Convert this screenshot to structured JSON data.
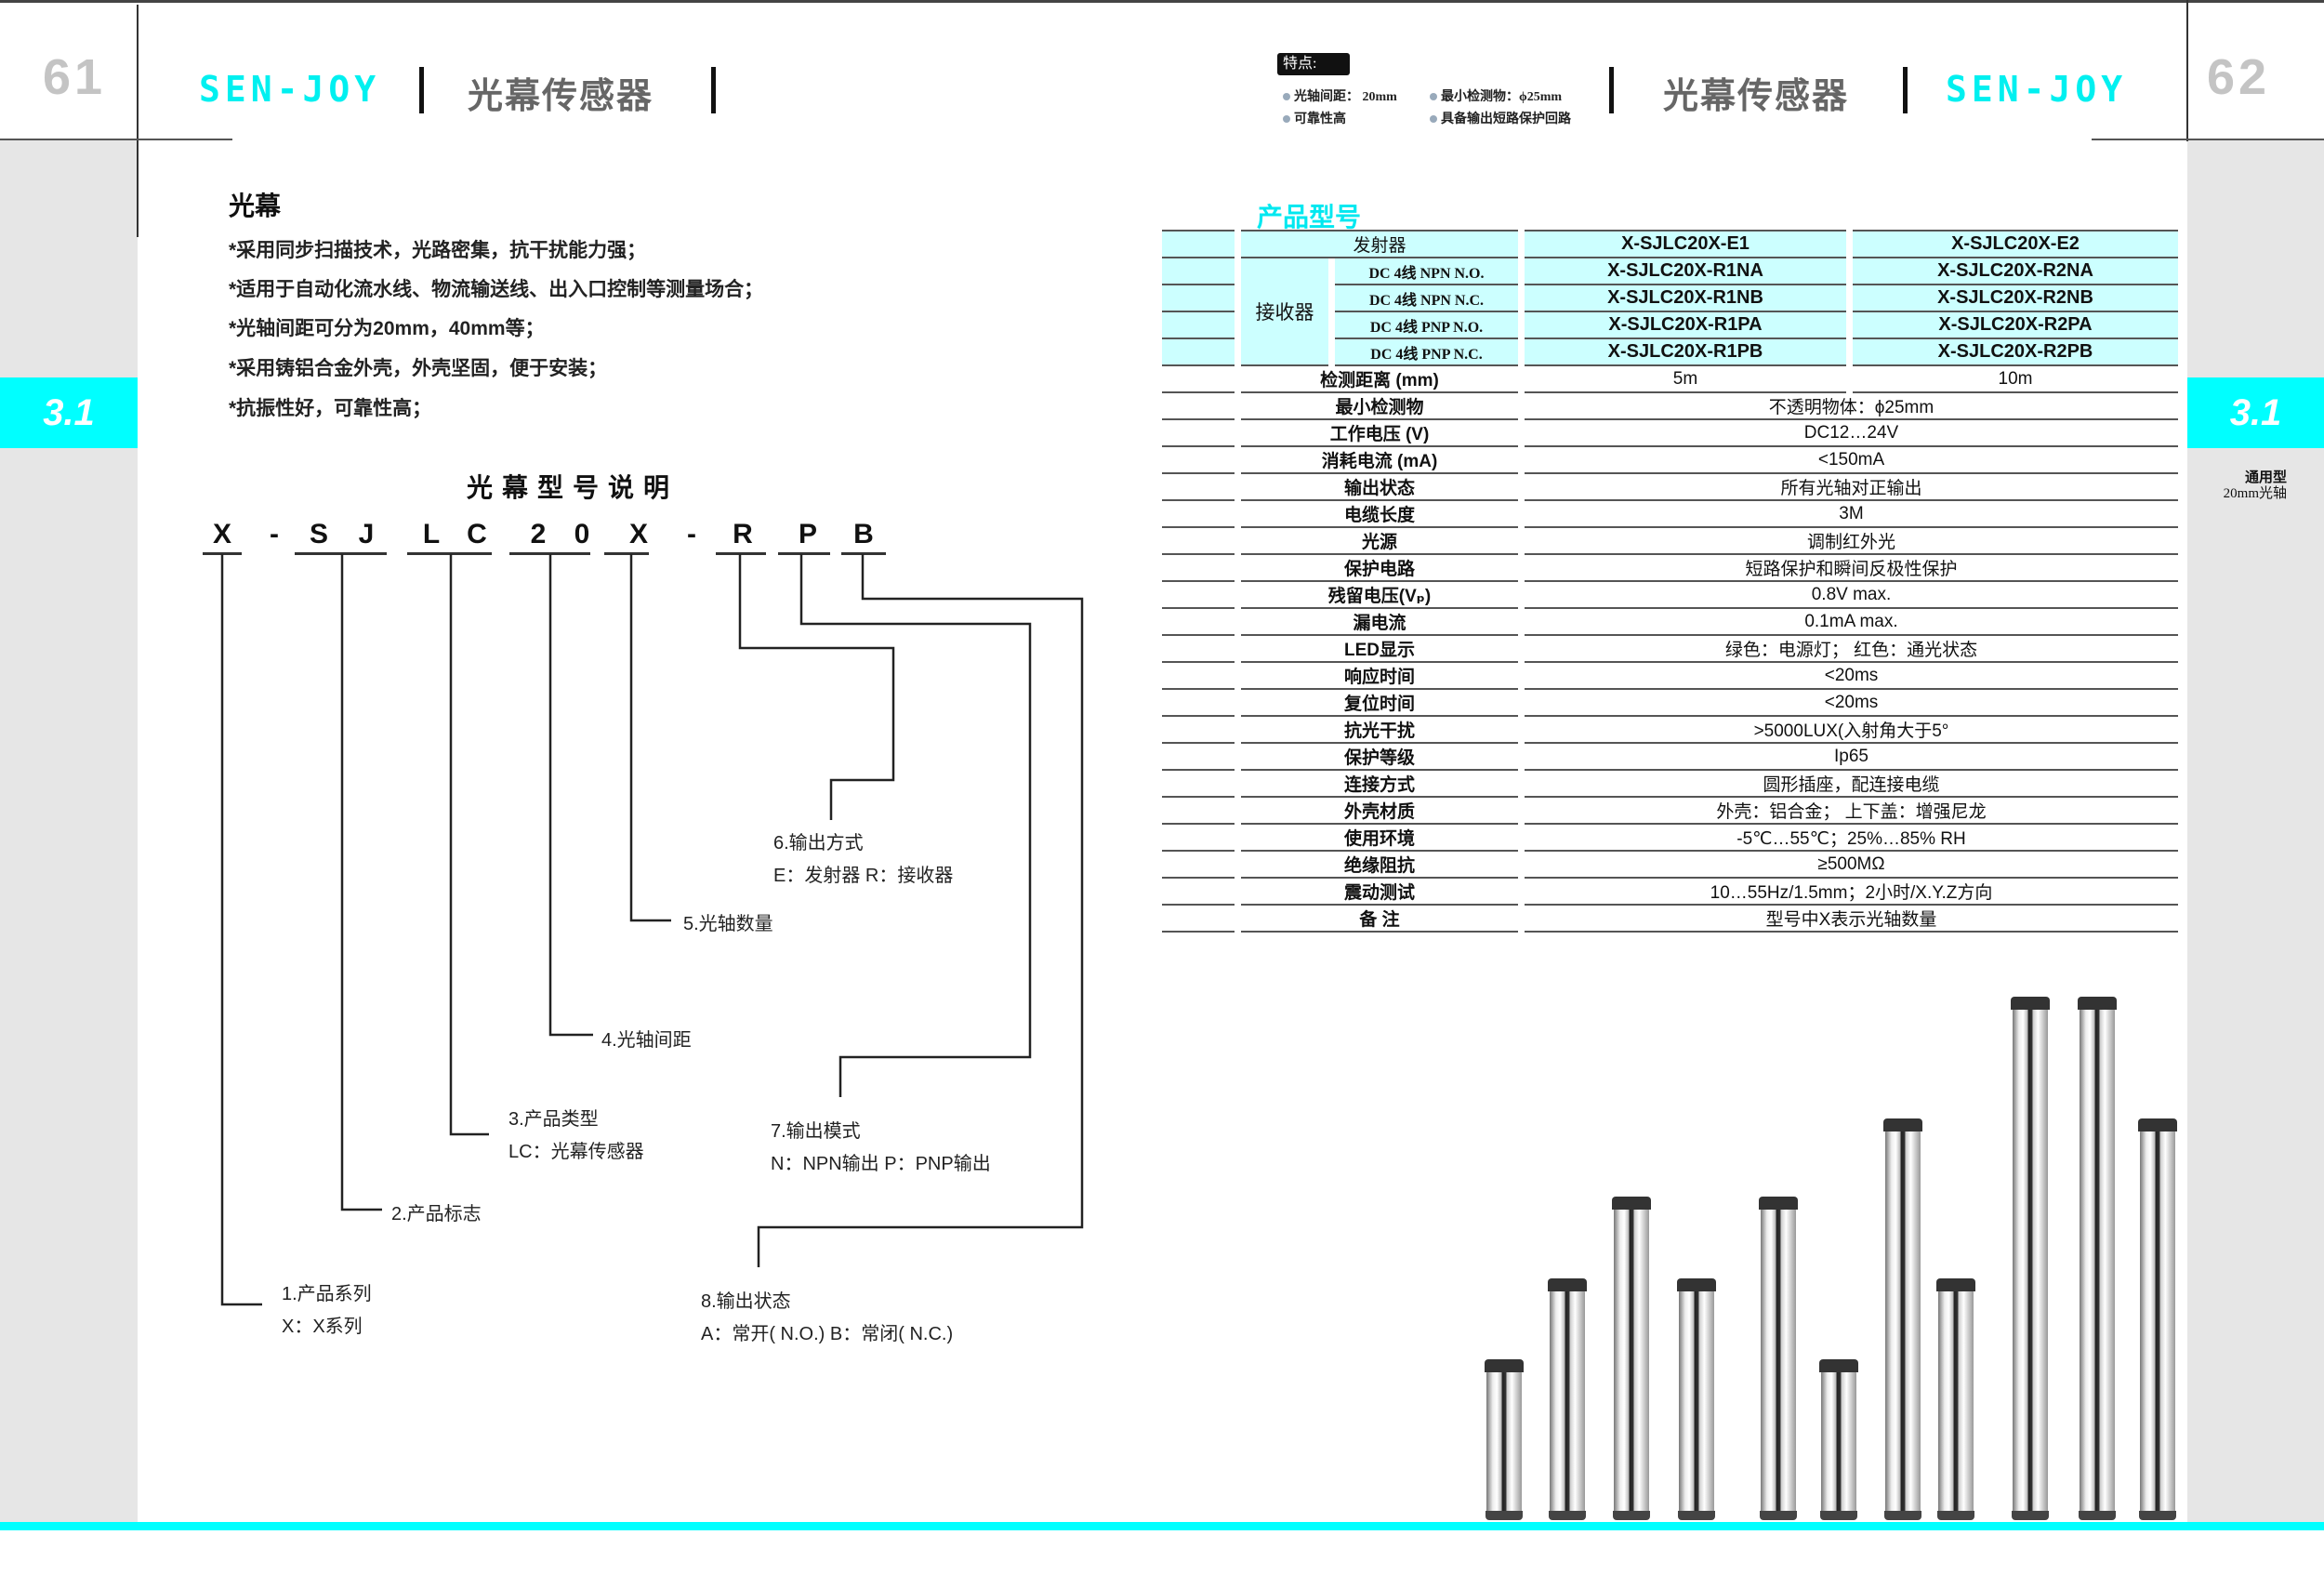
{
  "left_page": {
    "page_number": "61",
    "brand": "SEN-JOY",
    "title": "光幕传感器",
    "section": "3.1",
    "heading": "光幕",
    "bullets": [
      "*采用同步扫描技术，光路密集，抗干扰能力强；",
      "*适用于自动化流水线、物流输送线、出入口控制等测量场合；",
      "*光轴间距可分为20mm，40mm等；",
      "*采用铸铝合金外壳，外壳坚固，便于安装；",
      "*抗振性好，可靠性高；"
    ],
    "model_title": "光幕型号说明",
    "model_chars": [
      "X",
      "-",
      "S",
      "J",
      "L",
      "C",
      "2",
      "0",
      "X",
      "-",
      "R",
      "P",
      "B"
    ],
    "legend": [
      {
        "title": "1.产品系列",
        "desc": "X：X系列"
      },
      {
        "title": "2.产品标志"
      },
      {
        "title": "3.产品类型",
        "desc": "LC：光幕传感器"
      },
      {
        "title": "4.光轴间距"
      },
      {
        "title": "5.光轴数量"
      },
      {
        "title": "6.输出方式",
        "desc": "E：发射器  R：接收器"
      },
      {
        "title": "7.输出模式",
        "desc": "N：NPN输出    P：PNP输出"
      },
      {
        "title": "8.输出状态",
        "desc": "A：常开( N.O.)   B：常闭( N.C.)"
      }
    ]
  },
  "right_page": {
    "page_number": "62",
    "brand": "SEN-JOY",
    "title": "光幕传感器",
    "section": "3.1",
    "section_sub": [
      "通用型",
      "20mm光轴"
    ],
    "features_label": "特点:",
    "features": [
      "光轴间距：  20mm",
      "最小检测物：ϕ25mm",
      "可靠性高",
      "具备输出短路保护回路"
    ],
    "table_title": "产品型号",
    "table": {
      "emitter_label": "发射器",
      "emitter_models": [
        "X-SJLC20X-E1",
        "X-SJLC20X-E2"
      ],
      "receiver_label": "接收器",
      "receivers": [
        {
          "type": "DC 4线 NPN N.O.",
          "models": [
            "X-SJLC20X-R1NA",
            "X-SJLC20X-R2NA"
          ]
        },
        {
          "type": "DC 4线 NPN N.C.",
          "models": [
            "X-SJLC20X-R1NB",
            "X-SJLC20X-R2NB"
          ]
        },
        {
          "type": "DC 4线 PNP N.O.",
          "models": [
            "X-SJLC20X-R1PA",
            "X-SJLC20X-R2PA"
          ]
        },
        {
          "type": "DC 4线 PNP N.C.",
          "models": [
            "X-SJLC20X-R1PB",
            "X-SJLC20X-R2PB"
          ]
        }
      ],
      "specs": [
        {
          "label": "检测距离 (mm)",
          "values": [
            "5m",
            "10m"
          ]
        },
        {
          "label": "最小检测物",
          "value": "不透明物体：ϕ25mm"
        },
        {
          "label": "工作电压 (V)",
          "value": "DC12…24V"
        },
        {
          "label": "消耗电流 (mA)",
          "value": "<150mA"
        },
        {
          "label": "输出状态",
          "value": "所有光轴对正输出"
        },
        {
          "label": "电缆长度",
          "value": "3M"
        },
        {
          "label": "光源",
          "value": "调制红外光"
        },
        {
          "label": "保护电路",
          "value": "短路保护和瞬间反极性保护"
        },
        {
          "label": "残留电压(Vₚ)",
          "value": "0.8V    max."
        },
        {
          "label": "漏电流",
          "value": "0.1mA  max."
        },
        {
          "label": "LED显示",
          "value": "绿色：电源灯；   红色：通光状态"
        },
        {
          "label": "响应时间",
          "value": "<20ms"
        },
        {
          "label": "复位时间",
          "value": "<20ms"
        },
        {
          "label": "抗光干扰",
          "value": ">5000LUX(入射角大于5°"
        },
        {
          "label": "保护等级",
          "value": "Ip65"
        },
        {
          "label": "连接方式",
          "value": "圆形插座，配连接电缆"
        },
        {
          "label": "外壳材质",
          "value": "外壳：铝合金；   上下盖：增强尼龙"
        },
        {
          "label": "使用环境",
          "value": "-5℃…55℃；25%…85% RH"
        },
        {
          "label": "绝缘阻抗",
          "value": "≥500MΩ"
        },
        {
          "label": "震动测试",
          "value": "10…55Hz/1.5mm；2小时/X.Y.Z方向"
        },
        {
          "label": "备  注",
          "value": "型号中X表示光轴数量"
        }
      ]
    }
  },
  "colors": {
    "accent": "#00ffff",
    "table_fill": "#ccffff",
    "sidebar": "#e6e6e6",
    "title_grey": "#666666"
  }
}
